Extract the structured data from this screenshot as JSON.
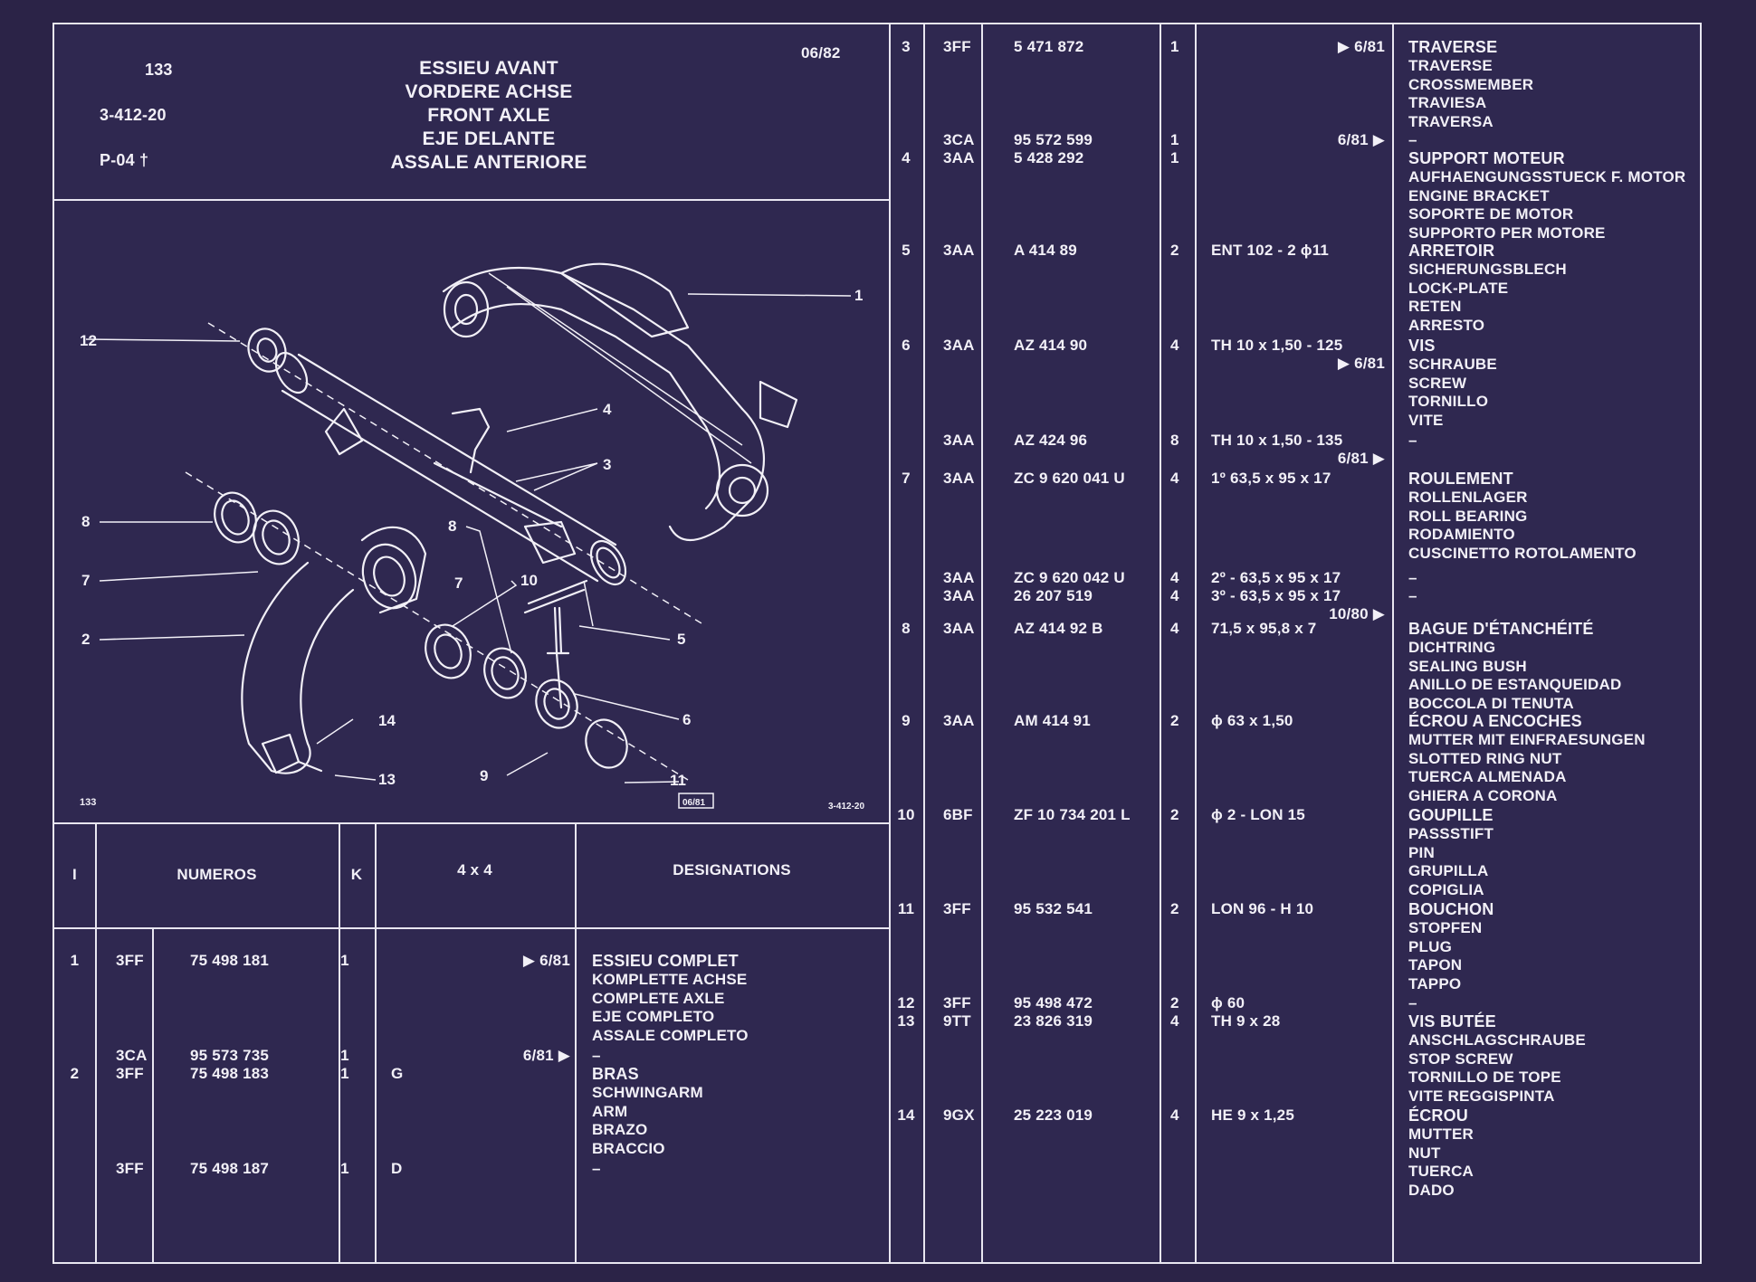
{
  "header": {
    "page_number": "133",
    "ref_code": "3-412-20",
    "variant": "P-04 †",
    "date": "06/82",
    "titles": [
      "ESSIEU AVANT",
      "VORDERE ACHSE",
      "FRONT AXLE",
      "EJE DELANTE",
      "ASSALE ANTERIORE"
    ]
  },
  "diagram": {
    "footer_page": "133",
    "footer_date": "06/81",
    "footer_ref": "3-412-20",
    "callouts": [
      "1",
      "2",
      "3",
      "4",
      "5",
      "6",
      "7",
      "7",
      "8",
      "8",
      "9",
      "10",
      "11",
      "12",
      "13",
      "14"
    ]
  },
  "left_table": {
    "headers": {
      "i": "I",
      "numeros": "NUMEROS",
      "k": "K",
      "mod": "4 x 4",
      "designations": "DESIGNATIONS"
    },
    "rows": [
      {
        "i": "1",
        "pre": "3FF",
        "num": "75  498  181",
        "k": "1",
        "side": "",
        "note": "▶ 6/81",
        "desig": [
          "ESSIEU COMPLET",
          "KOMPLETTE ACHSE",
          "COMPLETE AXLE",
          "EJE COMPLETO",
          "ASSALE COMPLETO"
        ]
      },
      {
        "i": "",
        "pre": "3CA",
        "num": "95  573  735",
        "k": "1",
        "side": "",
        "note": "6/81 ▶",
        "desig": [
          "–"
        ]
      },
      {
        "i": "2",
        "pre": "3FF",
        "num": "75  498  183",
        "k": "1",
        "side": "G",
        "note": "",
        "desig": [
          "BRAS",
          "SCHWINGARM",
          "ARM",
          "BRAZO",
          "BRACCIO"
        ]
      },
      {
        "i": "",
        "pre": "3FF",
        "num": "75  498  187",
        "k": "1",
        "side": "D",
        "note": "",
        "desig": [
          "–"
        ]
      }
    ]
  },
  "right_table": {
    "rows": [
      {
        "i": "3",
        "pre": "3FF",
        "num": "5  471  872",
        "k": "1",
        "spec": "",
        "note": "▶ 6/81",
        "desig": [
          "TRAVERSE",
          "TRAVERSE",
          "CROSSMEMBER",
          "TRAVIESA",
          "TRAVERSA"
        ]
      },
      {
        "i": "",
        "pre": "3CA",
        "num": "95  572  599",
        "k": "1",
        "spec": "",
        "note": "6/81 ▶",
        "desig": [
          "–"
        ]
      },
      {
        "i": "4",
        "pre": "3AA",
        "num": "5  428  292",
        "k": "1",
        "spec": "",
        "note": "",
        "desig": [
          "SUPPORT MOTEUR",
          "AUFHAENGUNGSSTUECK F. MOTOR",
          "ENGINE BRACKET",
          "SOPORTE DE MOTOR",
          "SUPPORTO PER MOTORE"
        ]
      },
      {
        "i": "5",
        "pre": "3AA",
        "num": "A  414    89",
        "k": "2",
        "spec": "ENT 102 - 2 ϕ11",
        "note": "",
        "desig": [
          "ARRETOIR",
          "SICHERUNGSBLECH",
          "LOCK-PLATE",
          "RETEN",
          "ARRESTO"
        ]
      },
      {
        "i": "6",
        "pre": "3AA",
        "num": "AZ  414    90",
        "k": "4",
        "spec": "TH 10 x 1,50 - 125",
        "note": "▶ 6/81",
        "desig": [
          "VIS",
          "SCHRAUBE",
          "SCREW",
          "TORNILLO",
          "VITE"
        ]
      },
      {
        "i": "",
        "pre": "3AA",
        "num": "AZ  424    96",
        "k": "8",
        "spec": "TH 10 x 1,50 - 135",
        "note": "6/81 ▶",
        "desig": [
          "–"
        ]
      },
      {
        "i": "7",
        "pre": "3AA",
        "num": "ZC  9  620  041  U",
        "k": "4",
        "spec": "1º 63,5 x 95 x 17",
        "note": "",
        "desig": [
          "ROULEMENT",
          "ROLLENLAGER",
          "ROLL BEARING",
          "RODAMIENTO",
          "CUSCINETTO ROTOLAMENTO"
        ]
      },
      {
        "i": "",
        "pre": "3AA",
        "num": "ZC  9  620  042  U",
        "k": "4",
        "spec": "2º - 63,5 x 95 x 17",
        "note": "",
        "desig": [
          "–"
        ]
      },
      {
        "i": "",
        "pre": "3AA",
        "num": "26  207  519",
        "k": "4",
        "spec": "3º - 63,5 x 95 x 17",
        "note": "10/80 ▶",
        "desig": [
          "–"
        ]
      },
      {
        "i": "8",
        "pre": "3AA",
        "num": "AZ  414    92  B",
        "k": "4",
        "spec": "71,5 x 95,8 x 7",
        "note": "",
        "desig": [
          "BAGUE D'ÉTANCHÉITÉ",
          "DICHTRING",
          "SEALING BUSH",
          "ANILLO DE ESTANQUEIDAD",
          "BOCCOLA DI TENUTA"
        ]
      },
      {
        "i": "9",
        "pre": "3AA",
        "num": "AM  414    91",
        "k": "2",
        "spec": "ϕ 63 x 1,50",
        "note": "",
        "desig": [
          "ÉCROU A ENCOCHES",
          "MUTTER MIT EINFRAESUNGEN",
          "SLOTTED RING NUT",
          "TUERCA ALMENADA",
          "GHIERA A CORONA"
        ]
      },
      {
        "i": "10",
        "pre": "6BF",
        "num": "ZF  10  734  201  L",
        "k": "2",
        "spec": "ϕ 2 - LON 15",
        "note": "",
        "desig": [
          "GOUPILLE",
          "PASSSTIFT",
          "PIN",
          "GRUPILLA",
          "COPIGLIA"
        ]
      },
      {
        "i": "11",
        "pre": "3FF",
        "num": "95  532  541",
        "k": "2",
        "spec": "LON 96 - H 10",
        "note": "",
        "desig": [
          "BOUCHON",
          "STOPFEN",
          "PLUG",
          "TAPON",
          "TAPPO"
        ]
      },
      {
        "i": "12",
        "pre": "3FF",
        "num": "95  498  472",
        "k": "2",
        "spec": "ϕ 60",
        "note": "",
        "desig": [
          "–"
        ]
      },
      {
        "i": "13",
        "pre": "9TT",
        "num": "23  826  319",
        "k": "4",
        "spec": "TH 9 x 28",
        "note": "",
        "desig": [
          "VIS BUTÉE",
          "ANSCHLAGSCHRAUBE",
          "STOP SCREW",
          "TORNILLO DE TOPE",
          "VITE REGGISPINTA"
        ]
      },
      {
        "i": "14",
        "pre": "9GX",
        "num": "25  223  019",
        "k": "4",
        "spec": "HE 9 x 1,25",
        "note": "",
        "desig": [
          "ÉCROU",
          "MUTTER",
          "NUT",
          "TUERCA",
          "DADO"
        ]
      }
    ]
  }
}
